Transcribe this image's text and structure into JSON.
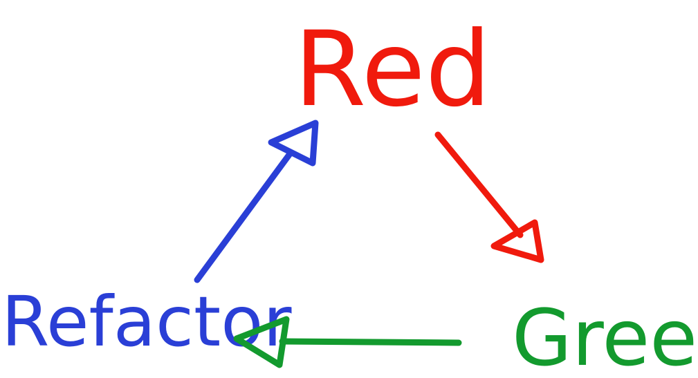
{
  "nodes": {
    "red": {
      "label": "Red",
      "color": "#f01a0d"
    },
    "green": {
      "label": "Green",
      "color": "#139a2e"
    },
    "refactor": {
      "label": "Refactor",
      "color": "#2a3fd6"
    }
  },
  "edges": [
    {
      "from": "Red",
      "to": "Green",
      "color": "#f01a0d"
    },
    {
      "from": "Green",
      "to": "Refactor",
      "color": "#139a2e"
    },
    {
      "from": "Refactor",
      "to": "Red",
      "color": "#2a3fd6"
    }
  ]
}
